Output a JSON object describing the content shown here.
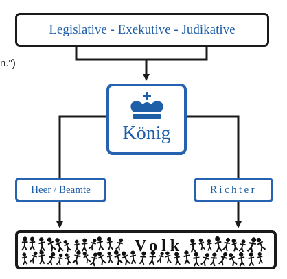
{
  "diagram": {
    "top_box_text": "Legislative - Exekutive - Judikative",
    "king_label": "König",
    "left_box_text": "Heer / Beamte",
    "right_box_text": "Richter",
    "bottom_box_text": "Volk",
    "left_fragment_text": "n.\")",
    "icons": {
      "king": "crown-icon",
      "people": "people-crowd-icon"
    },
    "colors": {
      "accent": "#2563b0",
      "text_accent": "#1f5fa8",
      "line": "#1a1a1a"
    }
  }
}
